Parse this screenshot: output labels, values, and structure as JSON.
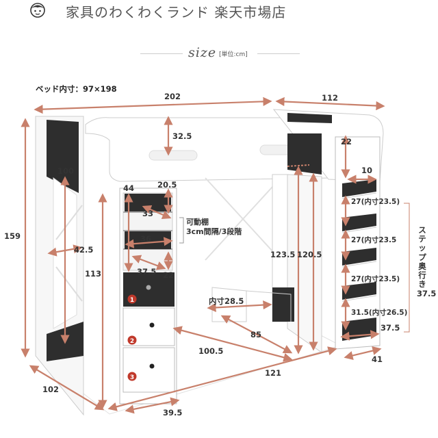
{
  "header": {
    "shop_title": "家具のわくわくランド 楽天市場店",
    "logo_icon": "child-face-icon"
  },
  "size_heading": {
    "title": "size",
    "unit": "[単位:cm]"
  },
  "bed_inner": "ベッド内寸：97×198",
  "dimensions": {
    "total_width": "202",
    "total_depth": "112",
    "total_height": "159",
    "depth_bottom": "102",
    "guard_height": "32.5",
    "ladder_top": "22",
    "post_width": "100",
    "shelf_depth": "44",
    "shelf_top": "20.5",
    "shelf_33": "33",
    "shelf_36": "36",
    "frame_42_5": "42.5",
    "shelf_37_5": "37.5",
    "shelf_22": "22",
    "cabinet_height": "113",
    "under_height": "123.5",
    "ladder_height": "120.5",
    "rung_width": "10",
    "step_1": "27(内寸23.5)",
    "step_2": "27(内寸23.5",
    "step_3": "27(内寸23.5)",
    "step_4": "31.5(内寸26.5)",
    "step_width": "37.5",
    "inner_28_5": "内寸28.5",
    "floor_85": "85",
    "desk_100_5": "100.5",
    "floor_121": "121",
    "cabinet_width": "39.5",
    "ladder_depth": "41",
    "step_depth_value": "37.5"
  },
  "notes": {
    "movable_shelf": [
      "可動棚",
      "3cm間隔/3段階"
    ],
    "step_depth": "ステップ奥行き"
  },
  "drawers": [
    "1",
    "2",
    "3"
  ],
  "colors": {
    "arrow": "#c8806b",
    "frame_dark": "#2e2e2e",
    "badge": "#c0392b",
    "panel": "#ffffff"
  }
}
